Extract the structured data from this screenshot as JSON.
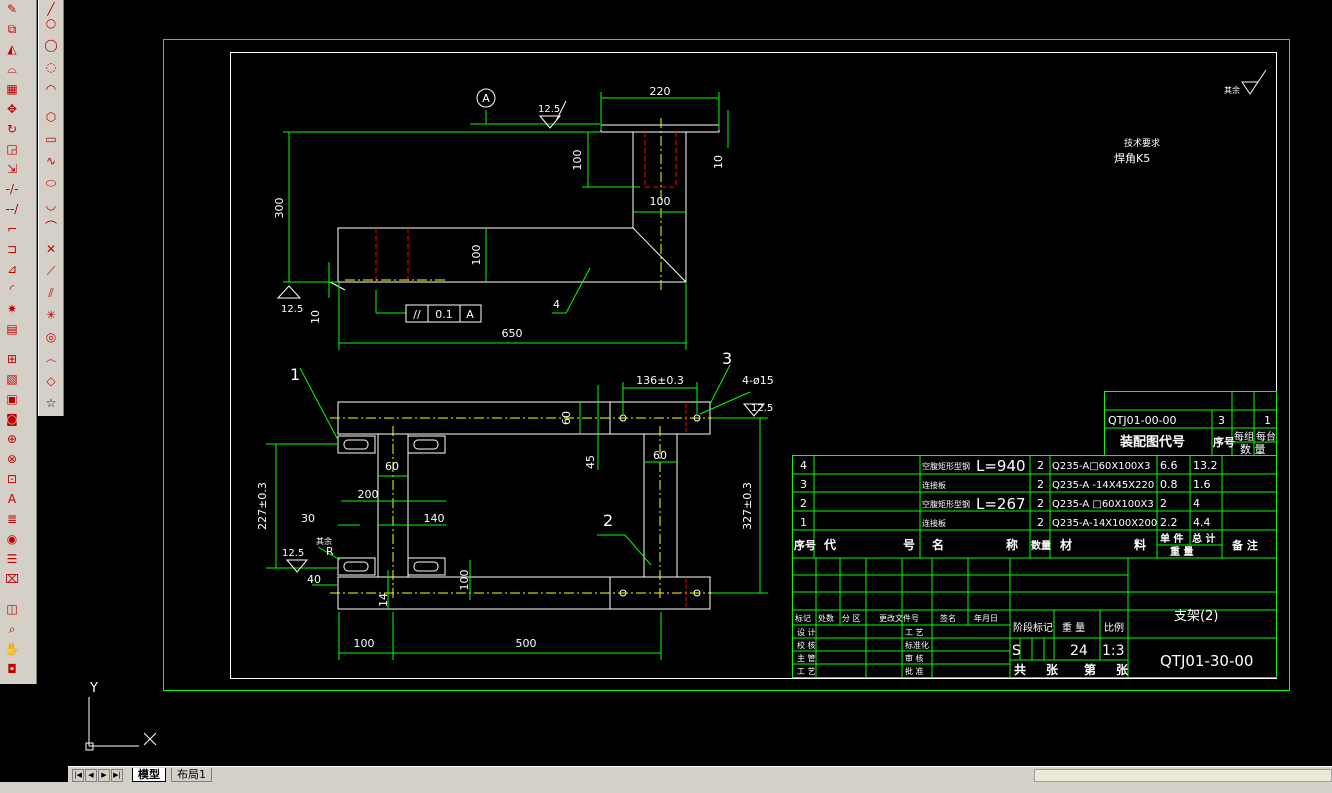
{
  "colors": {
    "green": "#00ff00",
    "white": "#ffffff",
    "red": "#ff0000",
    "yellow": "#ffff00",
    "background": "#000000"
  },
  "tabs": {
    "model": "模型",
    "layout1": "布局1"
  },
  "ucs": {
    "y": "Y",
    "x": "X"
  },
  "drawing": {
    "datum_label": "A",
    "roughness_top": "12.5",
    "roughness_left": "12.5",
    "roughness_right": "12.5",
    "roughness_bottom": "12.5",
    "roughness_corner_label": "其余",
    "tech_req_title": "技术要求",
    "tech_req_text": "焊角K5",
    "dims": {
      "d220": "220",
      "d100_top": "100",
      "d10_top": "10",
      "d100_mid": "100",
      "d300": "300",
      "d100_beam": "100",
      "d10_left": "10",
      "d650": "650",
      "d136": "136±0.3",
      "d4_phi15": "4-ø15",
      "d60_a": "60",
      "d45": "45",
      "d60_b": "60",
      "d227": "227±0.3",
      "d327": "327±0.3",
      "d60_c": "60",
      "d200": "200",
      "d30": "30",
      "d140": "140",
      "dR": "R",
      "d40": "40",
      "d14": "14",
      "d100_v": "100",
      "d100_bottom": "100",
      "d500": "500"
    },
    "tolerance": {
      "symbol": "//",
      "value": "0.1",
      "datum": "A"
    },
    "leaders": {
      "p1": "1",
      "p2": "2",
      "p3": "3",
      "p4": "4"
    }
  },
  "title_block": {
    "ref_table": {
      "code": "QTJ01-00-00",
      "qty": "3",
      "qty2": "1",
      "label": "装配图代号",
      "col_no": "序号",
      "col_a": "每组",
      "col_b": "每台",
      "col_qty": "数 量"
    },
    "parts": [
      {
        "no": "4",
        "name": "空腹矩形型钢",
        "spec": "L=940",
        "qty": "2",
        "material": "Q235-A□60X100X3",
        "unit": "6.6",
        "total": "13.2"
      },
      {
        "no": "3",
        "name": "连接板",
        "spec": "",
        "qty": "2",
        "material": "Q235-A -14X45X220",
        "unit": "0.8",
        "total": "1.6"
      },
      {
        "no": "2",
        "name": "空腹矩形型钢",
        "spec": "L=267",
        "qty": "2",
        "material": "Q235-A □60X100X3",
        "unit": "2",
        "total": "4"
      },
      {
        "no": "1",
        "name": "连接板",
        "spec": "",
        "qty": "2",
        "material": "Q235-A-14X100X200",
        "unit": "2.2",
        "total": "4.4"
      }
    ],
    "header": {
      "no": "序号",
      "code": "代",
      "code2": "号",
      "name": "名",
      "name2": "称",
      "qty": "数量",
      "material": "材",
      "material2": "料",
      "unit": "单 件",
      "total": "总 计",
      "weight": "重 量",
      "remark": "备 注"
    },
    "signoff": {
      "row1": [
        "标记",
        "处数",
        "分 区",
        "更改文件号",
        "签名",
        "年月日"
      ],
      "left_labels": [
        "设 计",
        "校 核",
        "主 管",
        "工 艺"
      ],
      "mid_labels": [
        "工 艺",
        "标准化",
        "审 核",
        "批 准"
      ]
    },
    "stage": {
      "label": "阶段标记",
      "weight": "重 量",
      "scale_label": "比例",
      "stage_value": "S",
      "weight_value": "24",
      "scale": "1:3",
      "sheets": "共",
      "sheet_unit": "张",
      "sheet_of": "第",
      "sheet_unit2": "张"
    },
    "title": "支架(2)",
    "drawing_no": "QTJ01-30-00"
  }
}
